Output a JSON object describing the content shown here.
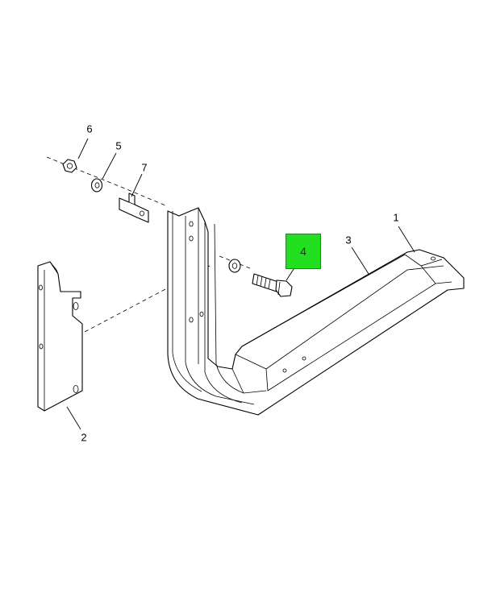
{
  "diagram": {
    "callouts": [
      {
        "id": "1",
        "label": "1"
      },
      {
        "id": "2",
        "label": "2"
      },
      {
        "id": "3",
        "label": "3"
      },
      {
        "id": "4",
        "label": "4",
        "highlighted": true
      },
      {
        "id": "5",
        "label": "5"
      },
      {
        "id": "6",
        "label": "6"
      },
      {
        "id": "7",
        "label": "7"
      }
    ],
    "highlight_color": "#22e01f"
  }
}
